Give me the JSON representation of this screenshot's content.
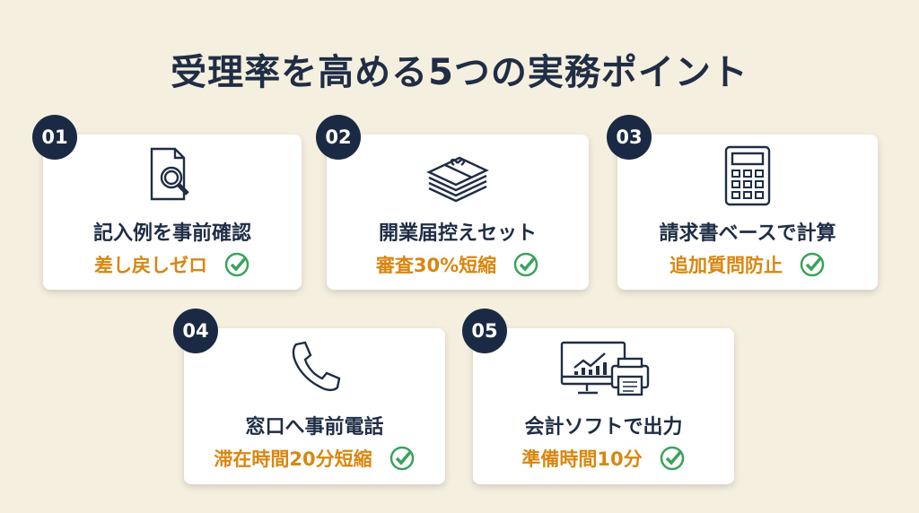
{
  "title": "受理率を高める5つの実務ポイント",
  "colors": {
    "background": "#f5efdf",
    "navy": "#1b2a44",
    "accent": "#d9860f",
    "check": "#3aa35a"
  },
  "points": [
    {
      "number": "01",
      "icon": "document-search-icon",
      "title": "記入例を事前確認",
      "result": "差し戻しゼロ"
    },
    {
      "number": "02",
      "icon": "document-bundle-icon",
      "title": "開業届控えセット",
      "result": "審査30%短縮"
    },
    {
      "number": "03",
      "icon": "calculator-icon",
      "title": "請求書ベースで計算",
      "result": "追加質問防止"
    },
    {
      "number": "04",
      "icon": "phone-icon",
      "title": "窓口へ事前電話",
      "result": "滞在時間20分短縮"
    },
    {
      "number": "05",
      "icon": "computer-printer-icon",
      "title": "会計ソフトで出力",
      "result": "準備時間10分"
    }
  ]
}
